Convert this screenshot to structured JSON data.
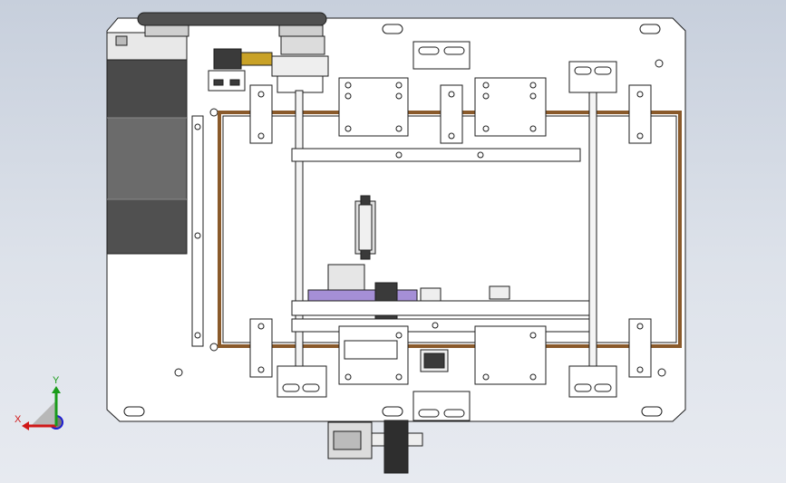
{
  "viewport": {
    "background_top": "#c7cfdc",
    "background_bottom": "#e7eaf0"
  },
  "triad": {
    "x_label": "X",
    "y_label": "Y",
    "x_color": "#d01818",
    "y_color": "#1a9c1a",
    "z_color": "#1c1cd0"
  },
  "colors": {
    "plate": "#ffffff",
    "outline": "#1e1e1e",
    "belt": "#8a5a2b",
    "motor_dark": "#3a3a3a",
    "sensor_yellow": "#c9a227",
    "purple_block": "#a58fd6"
  },
  "components": [
    "base-plate",
    "stepper-motor",
    "timing-belt",
    "drive-pulley",
    "idler-pulley",
    "guide-rail-top",
    "guide-rail-bottom",
    "carriage-block-left-top",
    "carriage-block-right-top",
    "carriage-block-left-bottom",
    "carriage-block-right-bottom",
    "cross-bar-top",
    "cross-bar-bottom",
    "linear-actuator",
    "sprocket",
    "limit-sensor",
    "bearing-support-blocks",
    "slot-holes"
  ]
}
